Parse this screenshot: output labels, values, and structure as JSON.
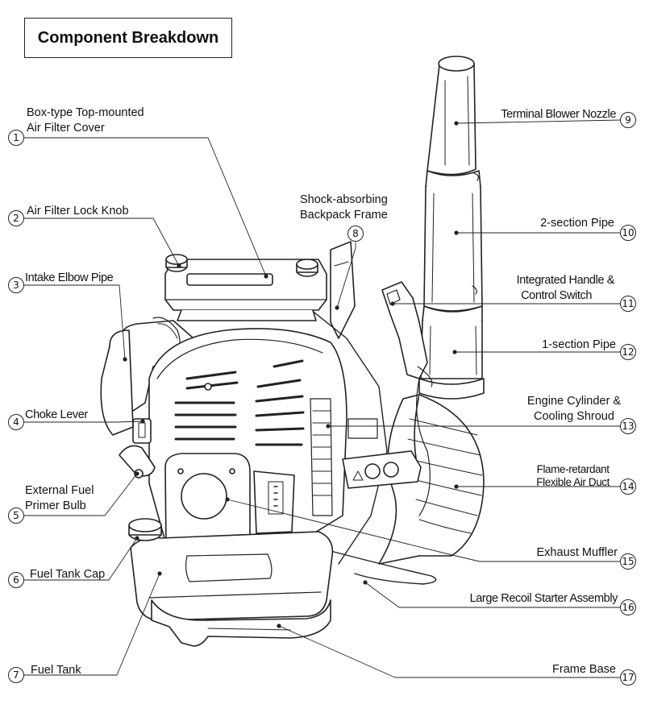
{
  "title": "Component Breakdown",
  "components": [
    {
      "number": "1",
      "label": "Box-type Top-mounted\nAir Filter Cover"
    },
    {
      "number": "2",
      "label": "Air Filter Lock Knob"
    },
    {
      "number": "3",
      "label": "Intake Elbow Pipe"
    },
    {
      "number": "4",
      "label": "Choke Lever"
    },
    {
      "number": "5",
      "label": "External Fuel\nPrimer Bulb"
    },
    {
      "number": "6",
      "label": "Fuel Tank Cap"
    },
    {
      "number": "7",
      "label": "Fuel Tank"
    },
    {
      "number": "8",
      "label": "Shock-absorbing\nBackpack Frame"
    },
    {
      "number": "9",
      "label": "Terminal Blower Nozzle"
    },
    {
      "number": "10",
      "label": "2-section Pipe"
    },
    {
      "number": "11",
      "label": "Integrated Handle &\nControl Switch"
    },
    {
      "number": "12",
      "label": "1-section Pipe"
    },
    {
      "number": "13",
      "label": "Engine Cylinder &\nCooling Shroud"
    },
    {
      "number": "14",
      "label": "Flame-retardant\nFlexible Air Duct"
    },
    {
      "number": "15",
      "label": "Exhaust Muffler"
    },
    {
      "number": "16",
      "label": "Large Recoil Starter Assembly"
    },
    {
      "number": "17",
      "label": "Frame Base"
    }
  ]
}
